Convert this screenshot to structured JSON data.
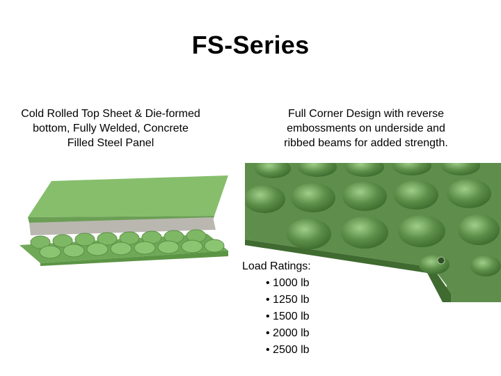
{
  "slide": {
    "title": "FS-Series",
    "left_description": [
      "Cold Rolled Top Sheet & Die-formed",
      "bottom, Fully Welded, Concrete",
      "Filled Steel Panel"
    ],
    "right_description": [
      "Full Corner Design with reverse",
      "embossments on underside and",
      "ribbed beams for added strength."
    ],
    "load_ratings": {
      "heading": "Load Ratings:",
      "items": [
        "1000 lb",
        "1250 lb",
        "1500 lb",
        "2000 lb",
        "2500 lb"
      ]
    }
  },
  "colors": {
    "panel_green": "#7db763",
    "panel_dark": "#4d7e3a",
    "corner_green": "#5f8e4c",
    "concrete": "#b9b6b0"
  }
}
